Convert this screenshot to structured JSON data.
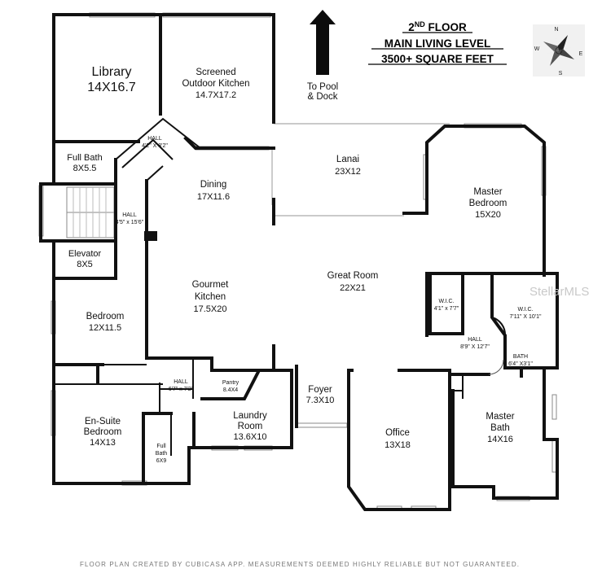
{
  "title": {
    "line1_base": "2",
    "line1_sup": "ND",
    "line1_rest": " FLOOR",
    "line2": "MAIN LIVING LEVEL",
    "line3": "3500+ SQUARE FEET"
  },
  "arrow_label": {
    "line1": "To Pool",
    "line2": "& Dock"
  },
  "compass": {
    "n": "N",
    "e": "E",
    "s": "S",
    "w": "W"
  },
  "watermark": "StellarMLS",
  "footer": "FLOOR PLAN CREATED BY CUBICASA APP. MEASUREMENTS DEEMED HIGHLY RELIABLE BUT NOT GUARANTEED.",
  "rooms": {
    "library": {
      "name": "Library",
      "dim": "14X16.7"
    },
    "outdoor_kitchen": {
      "name1": "Screened",
      "name2": "Outdoor Kitchen",
      "dim": "14.7X17.2"
    },
    "hall_top": {
      "name": "HALL",
      "dim": "4'2\" X 8'2\""
    },
    "full_bath_top": {
      "name": "Full Bath",
      "dim": "8X5.5"
    },
    "hall_left": {
      "name": "HALL",
      "dim": "4'5\" x 15'6\""
    },
    "elevator": {
      "name": "Elevator",
      "dim": "8X5"
    },
    "bedroom": {
      "name": "Bedroom",
      "dim": "12X11.5"
    },
    "ensuite": {
      "name1": "En-Suite",
      "name2": "Bedroom",
      "dim": "14X13"
    },
    "full_bath_small": {
      "name1": "Full",
      "name2": "Bath",
      "dim": "6X9"
    },
    "hall_lower": {
      "name": "HALL",
      "dim": "6'7\" x 7'2\""
    },
    "pantry": {
      "name": "Pantry",
      "dim": "8.4X4"
    },
    "laundry": {
      "name1": "Laundry",
      "name2": "Room",
      "dim": "13.6X10"
    },
    "dining": {
      "name": "Dining",
      "dim": "17X11.6"
    },
    "kitchen": {
      "name1": "Gourmet",
      "name2": "Kitchen",
      "dim": "17.5X20"
    },
    "lanai": {
      "name": "Lanai",
      "dim": "23X12"
    },
    "great_room": {
      "name": "Great Room",
      "dim": "22X21"
    },
    "foyer": {
      "name": "Foyer",
      "dim": "7.3X10"
    },
    "office": {
      "name": "Office",
      "dim": "13X18"
    },
    "master_bedroom": {
      "name1": "Master",
      "name2": "Bedroom",
      "dim": "15X20"
    },
    "wic_left": {
      "name": "W.I.C.",
      "dim": "4'1\" x 7'7\""
    },
    "wic_right": {
      "name": "W.I.C.",
      "dim": "7'11\" X 10'1\""
    },
    "hall_master": {
      "name": "HALL",
      "dim": "8'9\" X 12'7\""
    },
    "bath_small": {
      "name": "BATH",
      "dim": "6'4\" X3'1\""
    },
    "master_bath": {
      "name1": "Master",
      "name2": "Bath",
      "dim": "14X16"
    }
  }
}
